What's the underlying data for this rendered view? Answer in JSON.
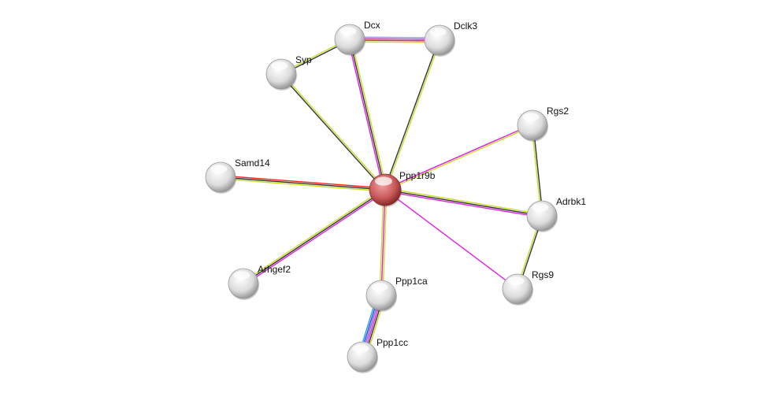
{
  "nodes": [
    {
      "id": "Ppp1r9b",
      "label": "Ppp1r9b",
      "query": true
    },
    {
      "id": "Dcx",
      "label": "Dcx"
    },
    {
      "id": "Dclk3",
      "label": "Dclk3"
    },
    {
      "id": "Syp",
      "label": "Syp"
    },
    {
      "id": "Rgs2",
      "label": "Rgs2"
    },
    {
      "id": "Samd14",
      "label": "Samd14"
    },
    {
      "id": "Adrbk1",
      "label": "Adrbk1"
    },
    {
      "id": "Arhgef2",
      "label": "Arhgef2"
    },
    {
      "id": "Ppp1ca",
      "label": "Ppp1ca"
    },
    {
      "id": "Rgs9",
      "label": "Rgs9"
    },
    {
      "id": "Ppp1cc",
      "label": "Ppp1cc"
    }
  ],
  "edges": [
    {
      "from": "Ppp1r9b",
      "to": "Dcx",
      "colors": [
        "#e020e0",
        "#333333",
        "#c8dc28"
      ]
    },
    {
      "from": "Ppp1r9b",
      "to": "Dclk3",
      "colors": [
        "#333333",
        "#c8dc28"
      ]
    },
    {
      "from": "Ppp1r9b",
      "to": "Syp",
      "colors": [
        "#333333",
        "#c8dc28"
      ]
    },
    {
      "from": "Dcx",
      "to": "Syp",
      "colors": [
        "#333333",
        "#c8dc28"
      ]
    },
    {
      "from": "Dcx",
      "to": "Dclk3",
      "colors": [
        "#9a9aff",
        "#e020e0",
        "#ff2020",
        "#c8dc28"
      ]
    },
    {
      "from": "Ppp1r9b",
      "to": "Rgs2",
      "colors": [
        "#e020e0",
        "#c8dc28"
      ]
    },
    {
      "from": "Ppp1r9b",
      "to": "Samd14",
      "colors": [
        "#c8dc28",
        "#333333",
        "#ff2020"
      ]
    },
    {
      "from": "Ppp1r9b",
      "to": "Adrbk1",
      "colors": [
        "#c8dc28",
        "#333333",
        "#e020e0"
      ]
    },
    {
      "from": "Ppp1r9b",
      "to": "Rgs9",
      "colors": [
        "#e020e0"
      ]
    },
    {
      "from": "Ppp1r9b",
      "to": "Arhgef2",
      "colors": [
        "#e020e0",
        "#333333",
        "#c8dc28"
      ]
    },
    {
      "from": "Ppp1r9b",
      "to": "Ppp1ca",
      "colors": [
        "#c8dc28",
        "#e020e0",
        "#c8dc28"
      ]
    },
    {
      "from": "Ppp1ca",
      "to": "Ppp1cc",
      "colors": [
        "#c8dc28",
        "#333333",
        "#e020e0",
        "#8a5adf",
        "#2040ff",
        "#20a0e0"
      ]
    },
    {
      "from": "Rgs2",
      "to": "Adrbk1",
      "colors": [
        "#333333",
        "#c8dc28"
      ]
    },
    {
      "from": "Adrbk1",
      "to": "Rgs9",
      "colors": [
        "#333333",
        "#c8dc28"
      ]
    }
  ],
  "colors": {
    "query_node": "#c84848",
    "node": "#d8d8d8"
  }
}
